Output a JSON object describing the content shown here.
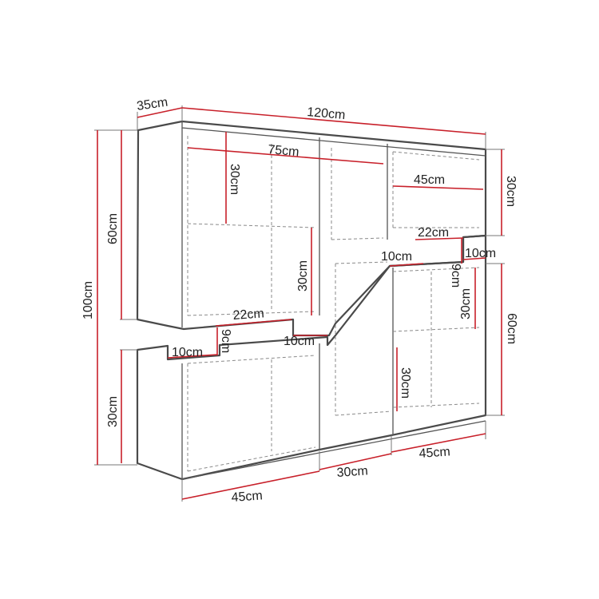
{
  "dimensions": {
    "depth": "35cm",
    "total_width": "120cm",
    "total_height": "100cm",
    "upper_left_height": "60cm",
    "lower_left_height": "30cm",
    "upper_right_height": "30cm",
    "lower_right_height": "60cm",
    "top_inner_width": "75cm",
    "top_left_shelf_height": "30cm",
    "left_inner_height": "30cm",
    "top_right_width": "45cm",
    "step_left_width": "22cm",
    "step_left_depth": "10cm",
    "step_left_height": "9cm",
    "ramp_bottom_width": "10cm",
    "step_right_width": "22cm",
    "ramp_top_width": "10cm",
    "step_right_depth": "10cm",
    "step_right_height": "9cm",
    "right_mid_height": "30cm",
    "right_lower_height": "30cm",
    "bottom_left_width": "45cm",
    "bottom_middle_width": "30cm",
    "bottom_right_width": "45cm"
  }
}
